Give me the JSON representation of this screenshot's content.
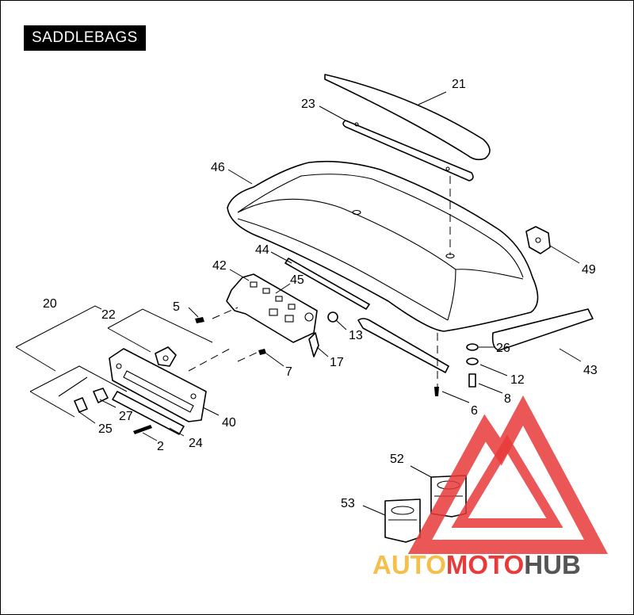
{
  "title": "SADDLEBAGS",
  "callouts": {
    "c2": "2",
    "c5": "5",
    "c6": "6",
    "c7": "7",
    "c8": "8",
    "c12": "12",
    "c13": "13",
    "c17": "17",
    "c20": "20",
    "c21": "21",
    "c22": "22",
    "c23": "23",
    "c24": "24",
    "c25": "25",
    "c26": "26",
    "c27": "27",
    "c40": "40",
    "c42": "42",
    "c43": "43",
    "c44": "44",
    "c45": "45",
    "c46": "46",
    "c49": "49",
    "c52": "52",
    "c53": "53"
  },
  "watermark": {
    "part1": "AUTO",
    "part2": "MOTO",
    "part3": "HUB",
    "color_orange": "#f5c04a",
    "color_red": "#e83a3a",
    "color_gray": "#555555"
  }
}
